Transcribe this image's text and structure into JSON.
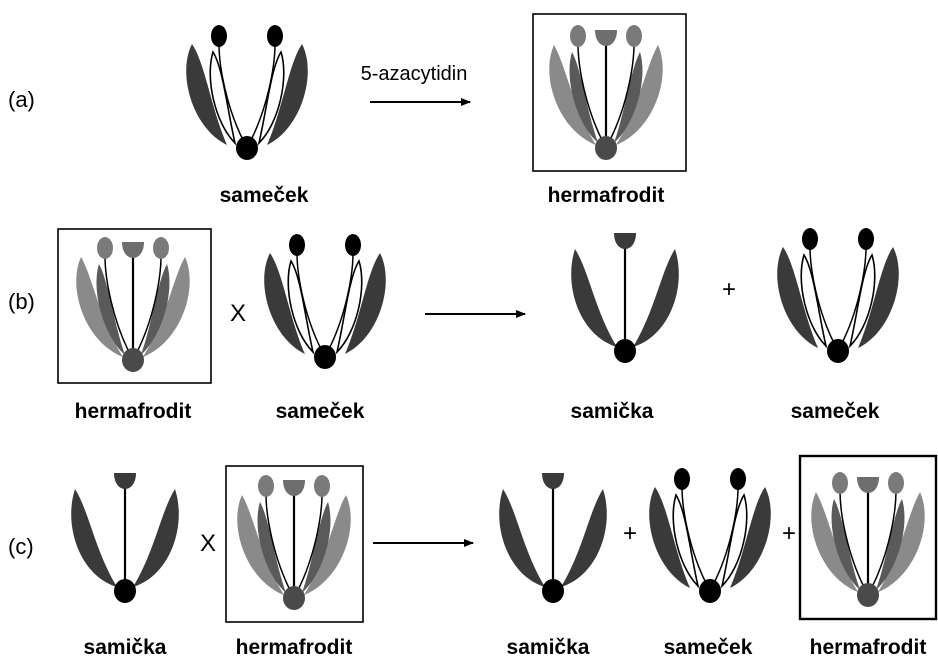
{
  "rows": [
    {
      "label": "(a)"
    },
    {
      "label": "(b)"
    },
    {
      "label": "(c)"
    }
  ],
  "operators": {
    "treatment": "5-azacytidin",
    "cross": "X",
    "plus": "+"
  },
  "captions": {
    "male": "sameček",
    "female": "samička",
    "hermaphrodite": "hermafrodit"
  },
  "colors": {
    "background": "#ffffff",
    "male_petal_outer": "#3a3a3a",
    "male_petal_inner": "#ffffff",
    "male_anther": "#000000",
    "male_base": "#000000",
    "female_petal": "#3a3a3a",
    "female_stigma": "#3a3a3a",
    "herm_petal_outer": "#8a8a8a",
    "herm_petal_inner": "#5a5a5a",
    "herm_anther": "#7a7a7a",
    "herm_stigma": "#6e6e6e",
    "herm_base": "#4a4a4a",
    "box_border": "#000000"
  }
}
